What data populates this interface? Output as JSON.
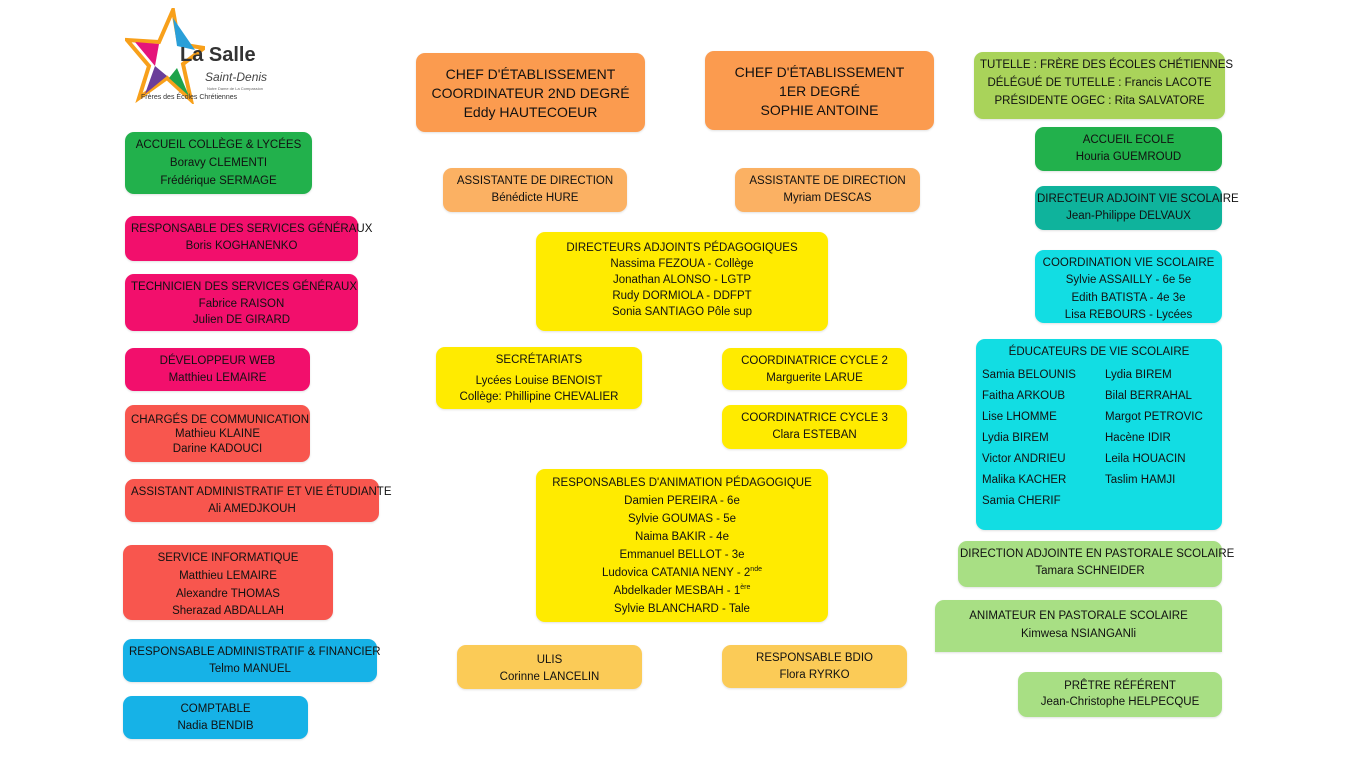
{
  "logo": {
    "name": "La Salle",
    "city": "Saint-Denis",
    "subtitle": "Notre Dame de La Compassion",
    "network": "Frères des Écoles Chrétiennes"
  },
  "center": {
    "chef_2nd": [
      "CHEF D'ÉTABLISSEMENT",
      "COORDINATEUR 2ND DEGRÉ",
      "Eddy HAUTECOEUR"
    ],
    "chef_1er": [
      "CHEF D'ÉTABLISSEMENT",
      "1ER DEGRÉ",
      "SOPHIE ANTOINE"
    ],
    "assist_2nd": [
      "ASSISTANTE DE DIRECTION",
      "Bénédicte HURE"
    ],
    "assist_1er": [
      "ASSISTANTE DE DIRECTION",
      "Myriam DESCAS"
    ],
    "directeurs": [
      "DIRECTEURS ADJOINTS PÉDAGOGIQUES",
      "Nassima FEZOUA - Collège",
      "Jonathan ALONSO - LGTP",
      "Rudy DORMIOLA - DDFPT",
      "Sonia SANTIAGO Pôle sup"
    ],
    "secretariats": [
      "SECRÉTARIATS",
      "Lycées Louise BENOIST",
      "Collège: Phillipine CHEVALIER"
    ],
    "cycle2": [
      "COORDINATRICE CYCLE 2",
      "Marguerite LARUE"
    ],
    "cycle3": [
      "COORDINATRICE CYCLE 3",
      "Clara ESTEBAN"
    ],
    "responsables": {
      "title": "RESPONSABLES D'ANIMATION PÉDAGOGIQUE",
      "lines": [
        "Damien PEREIRA - 6e",
        "Sylvie GOUMAS - 5e",
        "Naima BAKIR - 4e",
        "Emmanuel BELLOT - 3e"
      ],
      "ludovica": "Ludovica CATANIA NENY -  2",
      "ludovica_sup": "nde",
      "abdelkader": "Abdelkader MESBAH -  1",
      "abdelkader_sup": "ère",
      "last": "Sylvie BLANCHARD -  Tale"
    },
    "ulis": [
      "ULIS",
      "Corinne LANCELIN"
    ],
    "bdio": [
      "RESPONSABLE BDIO",
      "Flora RYRKO"
    ]
  },
  "left": {
    "accueil": [
      "ACCUEIL COLLÈGE & LYCÉES",
      "Boravy CLEMENTI",
      "Frédérique SERMAGE"
    ],
    "services": [
      "RESPONSABLE DES SERVICES GÉNÉRAUX",
      "Boris KOGHANENKO"
    ],
    "technicien": [
      "TECHNICIEN DES SERVICES GÉNÉRAUX",
      "Fabrice RAISON",
      "Julien DE GIRARD"
    ],
    "web": [
      "DÉVELOPPEUR WEB",
      "Matthieu LEMAIRE"
    ],
    "comm": [
      "CHARGÉS DE COMMUNICATION",
      "Mathieu KLAINE",
      "Darine KADOUCI"
    ],
    "admin": [
      "ASSISTANT ADMINISTRATIF ET VIE ÉTUDIANTE",
      "Ali AMEDJKOUH"
    ],
    "info": [
      "SERVICE INFORMATIQUE",
      "Matthieu LEMAIRE",
      "Alexandre THOMAS",
      "Sherazad ABDALLAH"
    ],
    "daf": [
      "RESPONSABLE ADMINISTRATIF & FINANCIER",
      "Telmo MANUEL"
    ],
    "comptable": [
      "COMPTABLE",
      "Nadia BENDIB"
    ]
  },
  "right": {
    "tutelle": [
      "TUTELLE : FRÈRE DES ÉCOLES CHÉTIENNES",
      "DÉLÉGUÉ DE TUTELLE :  Francis LACOTE",
      "PRÉSIDENTE OGEC : Rita SALVATORE"
    ],
    "accueil_ecole": [
      "ACCUEIL ECOLE",
      "Houria GUEMROUD"
    ],
    "directeur_vs": [
      "DIRECTEUR ADJOINT VIE SCOLAIRE",
      "Jean-Philippe DELVAUX"
    ],
    "coordination": [
      "COORDINATION VIE SCOLAIRE",
      "Sylvie ASSAILLY - 6e 5e",
      "Edith BATISTA - 4e 3e",
      "Lisa REBOURS - Lycées"
    ],
    "educateurs": {
      "title": "ÉDUCATEURS DE VIE SCOLAIRE",
      "col1": [
        "Samia BELOUNIS",
        "Faitha ARKOUB",
        "Lise LHOMME",
        "Lydia BIREM",
        "Victor ANDRIEU",
        "Malika KACHER",
        "Samia CHERIF"
      ],
      "col2": [
        "Lydia BIREM",
        "Bilal BERRAHAL",
        "Margot PETROVIC",
        "Hacène IDIR",
        "Leila HOUACIN",
        "Taslim HAMJI"
      ]
    },
    "direction_pastorale": [
      "DIRECTION ADJOINTE EN PASTORALE SCOLAIRE",
      "Tamara SCHNEIDER"
    ],
    "animateur": [
      "ANIMATEUR EN PASTORALE SCOLAIRE",
      "Kimwesa NSIANGANli"
    ],
    "pretre": [
      "PRÊTRE RÉFÉRENT",
      "Jean-Christophe HELPECQUE"
    ]
  },
  "colors": {
    "orange": "#FB9B4F",
    "yellow": "#FFEB00",
    "green": "#22B14C",
    "pink": "#F20F6C",
    "red": "#F8564E",
    "blue": "#16B2E7",
    "cyan": "#12DDE3",
    "olive": "#A9D35A",
    "lgreen": "#A8DF84"
  }
}
